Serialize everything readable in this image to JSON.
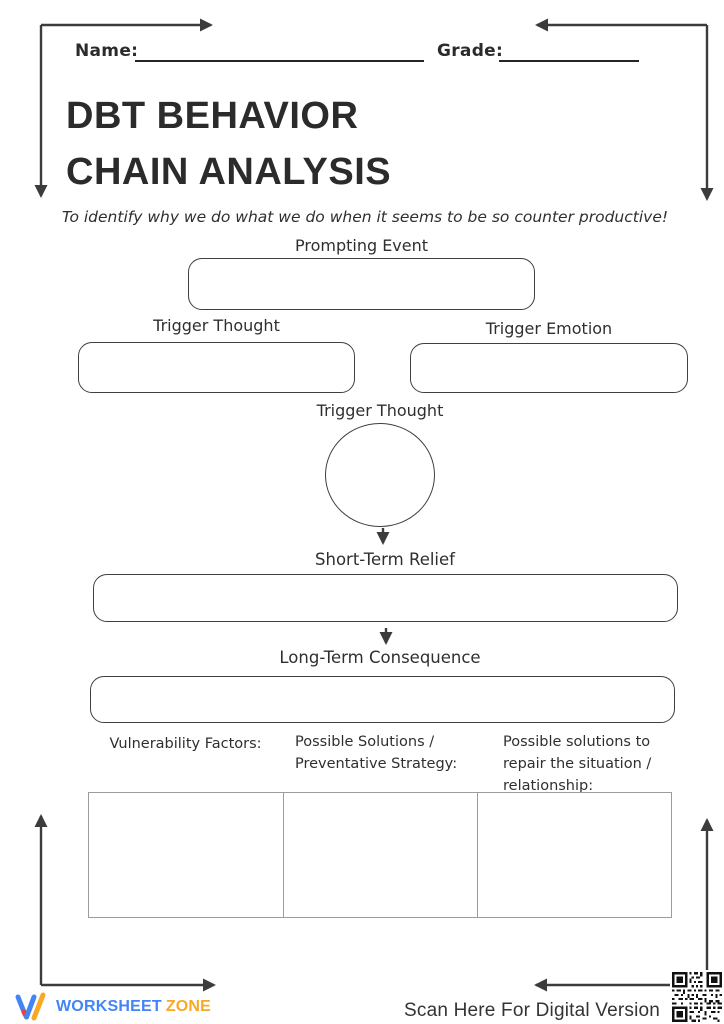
{
  "header": {
    "name_label": "Name:",
    "grade_label": "Grade:",
    "title_line1": "DBT BEHAVIOR",
    "title_line2": "CHAIN ANALYSIS",
    "subtitle": "To identify why we do what we do when it seems to be so counter productive!"
  },
  "flow": {
    "prompting_event_label": "Prompting Event",
    "trigger_thought_left_label": "Trigger Thought",
    "trigger_emotion_label": "Trigger Emotion",
    "trigger_thought_center_label": "Trigger Thought",
    "short_term_relief_label": "Short-Term Relief",
    "long_term_consequence_label": "Long-Term Consequence"
  },
  "table": {
    "columns": [
      {
        "header": "Vulnerability Factors:"
      },
      {
        "header": "Possible Solutions /\nPreventative Strategy:"
      },
      {
        "header": "Possible solutions to\nrepair the situation /\nrelationship:"
      }
    ]
  },
  "footer": {
    "logo_word_1": "WORKSHEET",
    "logo_word_2": "ZONE",
    "scan_text": "Scan Here For Digital Version"
  },
  "colors": {
    "ink": "#2b2b2b",
    "line": "#3c3c3c",
    "table_border": "#9c9c9c",
    "logo_blue": "#4285F4",
    "logo_orange": "#F9A825",
    "logo_red": "#EA4335"
  }
}
